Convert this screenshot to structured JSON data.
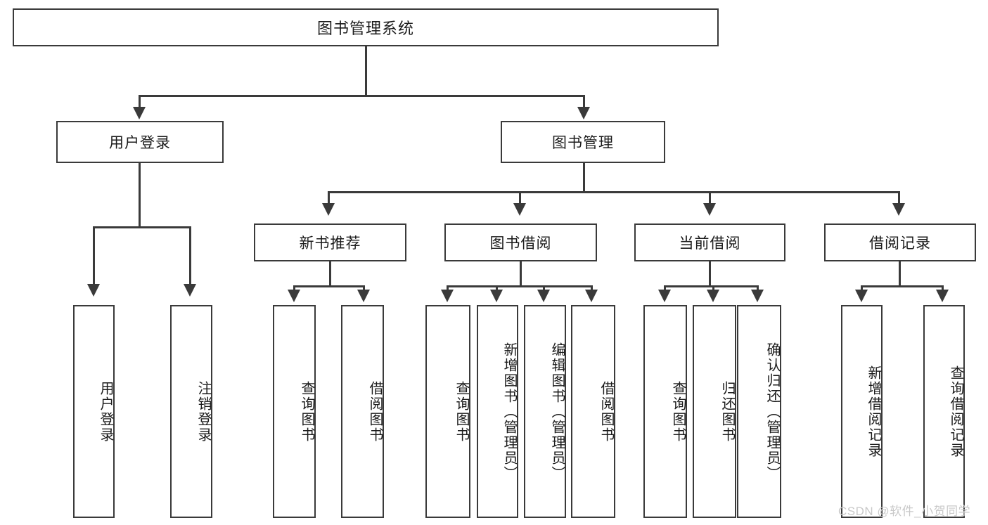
{
  "diagram": {
    "type": "hierarchy-tree",
    "title": "图书管理系统",
    "root": {
      "label": "图书管理系统"
    },
    "level1": [
      {
        "id": "user-login",
        "label": "用户登录"
      },
      {
        "id": "book-management",
        "label": "图书管理"
      }
    ],
    "level2": [
      {
        "id": "new-book-recommend",
        "label": "新书推荐",
        "parent": "book-management"
      },
      {
        "id": "book-borrow",
        "label": "图书借阅",
        "parent": "book-management"
      },
      {
        "id": "current-borrow",
        "label": "当前借阅",
        "parent": "book-management"
      },
      {
        "id": "borrow-record",
        "label": "借阅记录",
        "parent": "book-management"
      }
    ],
    "leaves": {
      "user-login": [
        {
          "id": "leaf-user-login",
          "label": "用户登录"
        },
        {
          "id": "leaf-user-logout",
          "label": "注销登录"
        }
      ],
      "new-book-recommend": [
        {
          "id": "leaf-query-book-1",
          "label": "查询图书"
        },
        {
          "id": "leaf-borrow-book-1",
          "label": "借阅图书"
        }
      ],
      "book-borrow": [
        {
          "id": "leaf-query-book-2",
          "label": "查询图书"
        },
        {
          "id": "leaf-add-book",
          "label": "新增图书（管理员）"
        },
        {
          "id": "leaf-edit-book",
          "label": "编辑图书（管理员）"
        },
        {
          "id": "leaf-borrow-book-2",
          "label": "借阅图书"
        }
      ],
      "current-borrow": [
        {
          "id": "leaf-query-book-3",
          "label": "查询图书"
        },
        {
          "id": "leaf-return-book",
          "label": "归还图书"
        },
        {
          "id": "leaf-confirm-return",
          "label": "确认归还（管理员）"
        }
      ],
      "borrow-record": [
        {
          "id": "leaf-add-record",
          "label": "新增借阅记录"
        },
        {
          "id": "leaf-query-record",
          "label": "查询借阅记录"
        }
      ]
    }
  },
  "watermark": {
    "text": "CSDN @软件_小贺同学"
  },
  "colors": {
    "line": "#3a3a3a",
    "box_fill": "#ffffff",
    "text": "#1b1b1b",
    "watermark": "#c9c9c9"
  }
}
